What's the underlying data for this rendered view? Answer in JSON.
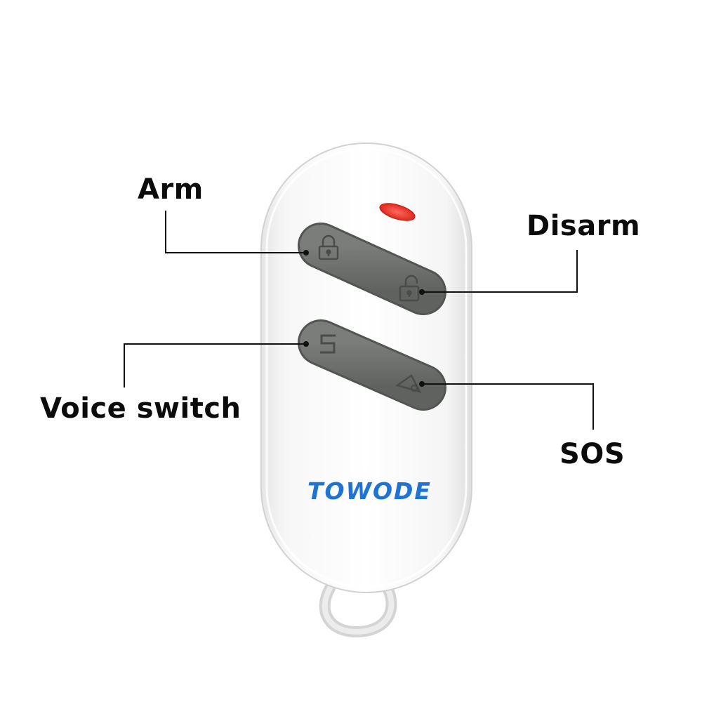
{
  "device": {
    "brand": "TOWODE",
    "led_color": "#e8281e",
    "brand_color": "#1f73d2",
    "button_color": "#6d706d"
  },
  "labels": {
    "arm": "Arm",
    "disarm": "Disarm",
    "voice_switch": "Voice switch",
    "sos": "SOS"
  },
  "buttons": [
    {
      "name": "arm",
      "icon": "lock-icon"
    },
    {
      "name": "disarm",
      "icon": "unlock-icon"
    },
    {
      "name": "voice-switch",
      "icon": "s-icon"
    },
    {
      "name": "sos",
      "icon": "bell-icon"
    }
  ]
}
